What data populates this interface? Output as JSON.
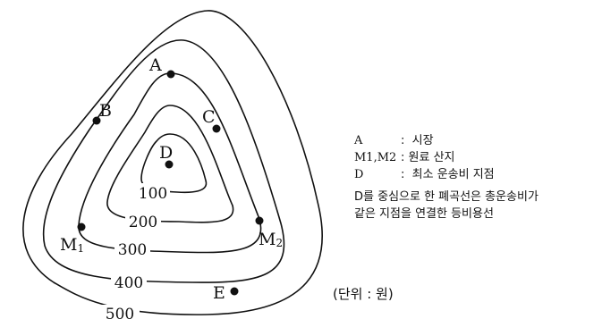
{
  "points": {
    "A": "A",
    "B": "B",
    "C": "C",
    "D": "D",
    "E": "E",
    "M1": "M",
    "M1_sub": "1",
    "M2": "M",
    "M2_sub": "2"
  },
  "contour_values": [
    "100",
    "200",
    "300",
    "400",
    "500"
  ],
  "legend": {
    "rows": [
      {
        "key": "A",
        "sep": ":",
        "text": "시장"
      },
      {
        "key": "M1,M2",
        "sep": ":",
        "text": "원료 산지"
      },
      {
        "key": "D",
        "sep": ":",
        "text": "최소 운송비 지점"
      }
    ],
    "note_line1": "D를 중심으로 한 폐곡선은 총운송비가",
    "note_line2": "같은 지점을 연결한 등비용선"
  },
  "unit": "(단위 : 원)"
}
